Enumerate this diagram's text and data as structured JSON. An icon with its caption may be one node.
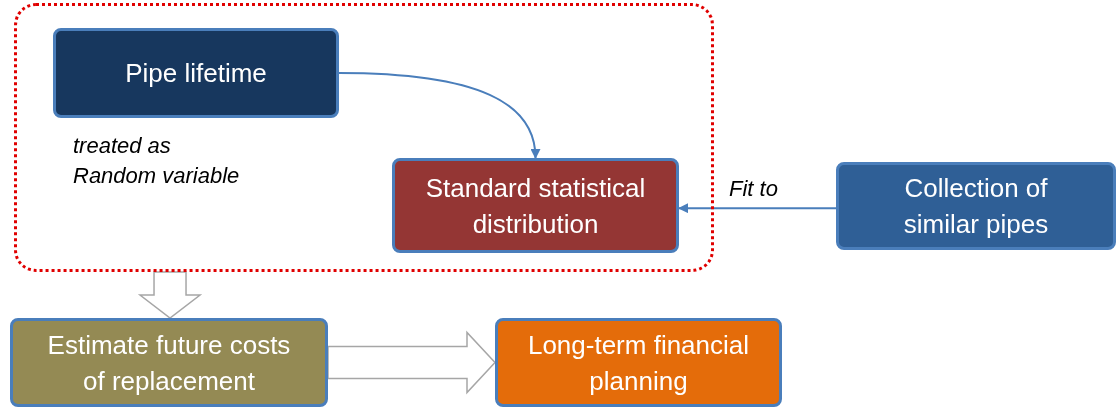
{
  "diagram": {
    "nodes": [
      {
        "text": [],
        "shape": "box"
      },
      {
        "text": [
          "Pipe lifetime"
        ],
        "in": 0,
        "beside": [
          "treated as Random variable"
        ]
      },
      {
        "text": [
          "Standard statistical distribution"
        ],
        "in": 0
      },
      {
        "text": [
          "Collection of similar pipes"
        ]
      },
      {
        "text": [
          "Estimate future costs of replacement"
        ]
      },
      {
        "text": [
          "Long-term financial planning"
        ]
      }
    ],
    "edges": [
      {
        "from": 1,
        "to": 2,
        "arrow": "to"
      },
      {
        "from": 3,
        "to": 2,
        "arrow": "to",
        "label": "Fit to"
      },
      {
        "from": 0,
        "to": 4,
        "arrow": "to",
        "style": "thick",
        "color": "#a6a6a6"
      },
      {
        "from": 4,
        "to": 5,
        "arrow": "to",
        "style": "thick",
        "color": "#a6a6a6"
      }
    ]
  }
}
